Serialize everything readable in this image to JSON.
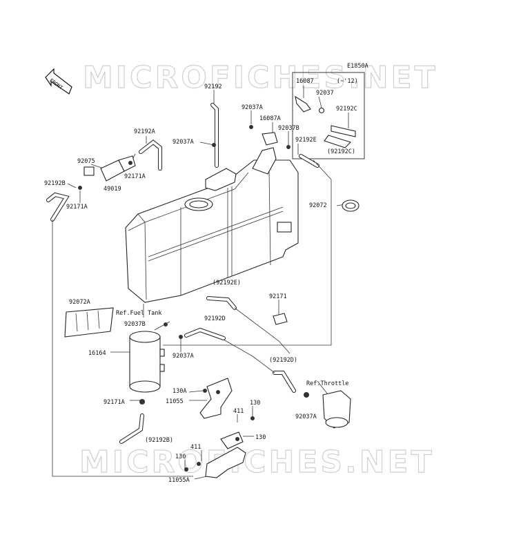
{
  "diagram_code": "E1850A",
  "watermark": "MICROFICHES.NET",
  "front_label": "FRONT",
  "inset": {
    "note": "(~'12)",
    "labels": [
      "16087",
      "92037",
      "92192C",
      "(92192C)"
    ]
  },
  "labels": [
    {
      "id": "92192",
      "text": "92192"
    },
    {
      "id": "92037A_top",
      "text": "92037A"
    },
    {
      "id": "16087A",
      "text": "16087A"
    },
    {
      "id": "92037B_top",
      "text": "92037B"
    },
    {
      "id": "92192E",
      "text": "92192E"
    },
    {
      "id": "92037A_mid",
      "text": "92037A"
    },
    {
      "id": "92192A",
      "text": "92192A"
    },
    {
      "id": "92075",
      "text": "92075"
    },
    {
      "id": "92171A_a",
      "text": "92171A"
    },
    {
      "id": "49019",
      "text": "49019"
    },
    {
      "id": "92192B",
      "text": "92192B"
    },
    {
      "id": "92171A_b",
      "text": "92171A"
    },
    {
      "id": "92072",
      "text": "92072"
    },
    {
      "id": "92192E_paren",
      "text": "(92192E)"
    },
    {
      "id": "92171",
      "text": "92171"
    },
    {
      "id": "92072A",
      "text": "92072A"
    },
    {
      "id": "ref_fuel_tank",
      "text": "Ref.Fuel Tank"
    },
    {
      "id": "92037B_mid",
      "text": "92037B"
    },
    {
      "id": "92192D",
      "text": "92192D"
    },
    {
      "id": "16164",
      "text": "16164"
    },
    {
      "id": "92037A_low",
      "text": "92037A"
    },
    {
      "id": "92192D_paren",
      "text": "(92192D)"
    },
    {
      "id": "ref_throttle",
      "text": "Ref.Throttle"
    },
    {
      "id": "130A",
      "text": "130A"
    },
    {
      "id": "11055",
      "text": "11055"
    },
    {
      "id": "92171A_c",
      "text": "92171A"
    },
    {
      "id": "130_a",
      "text": "130"
    },
    {
      "id": "411_a",
      "text": "411"
    },
    {
      "id": "92037A_right",
      "text": "92037A"
    },
    {
      "id": "130_b",
      "text": "130"
    },
    {
      "id": "92192B_paren",
      "text": "(92192B)"
    },
    {
      "id": "411_b",
      "text": "411"
    },
    {
      "id": "130_c",
      "text": "130"
    },
    {
      "id": "11055A",
      "text": "11055A"
    }
  ]
}
